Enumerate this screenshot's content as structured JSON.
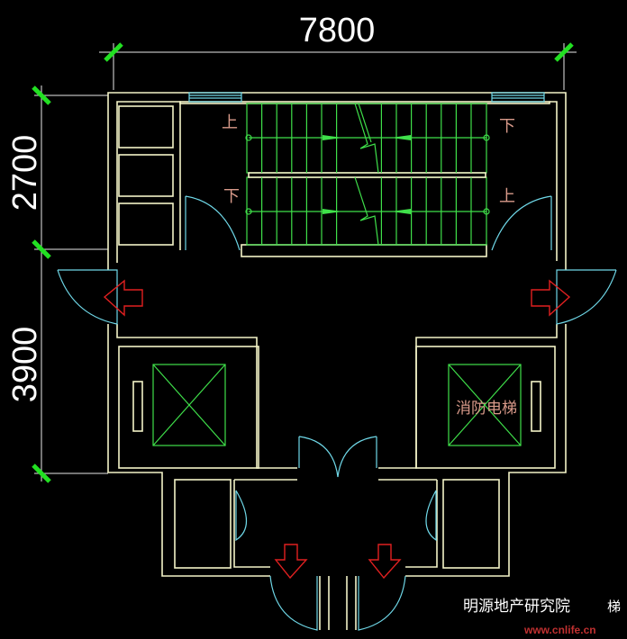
{
  "dimensions": {
    "width_total": "7800",
    "height_upper": "2700",
    "height_lower": "3900"
  },
  "stair_labels": {
    "up_top_left": "上",
    "down_top_right": "下",
    "down_bottom_left": "下",
    "up_bottom_right": "上"
  },
  "elevator_label": "消防电梯",
  "watermark": {
    "text": "明源地产研究院",
    "url": "www.cnlife.cn",
    "overlap_char": "梯"
  },
  "colors": {
    "wall": "#f4f4c8",
    "stair": "#3fe04a",
    "door": "#6fd8e8",
    "arrow": "#e02020"
  }
}
